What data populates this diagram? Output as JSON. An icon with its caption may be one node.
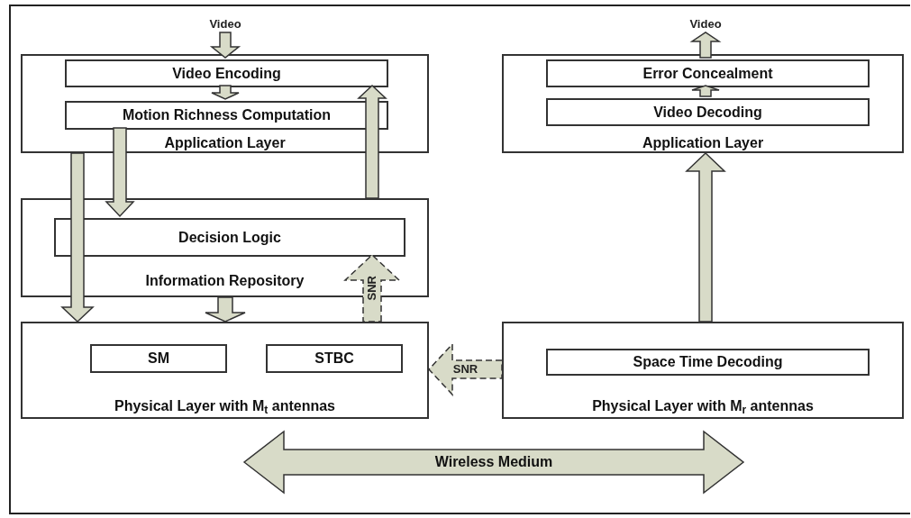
{
  "diagram": {
    "nodes": [
      {
        "text": [
          "Video"
        ]
      },
      {
        "text": [
          "Application Layer"
        ]
      },
      {
        "text": [
          "Video Encoding"
        ],
        "in": 1
      },
      {
        "text": [
          "Motion Richness Computation"
        ],
        "in": 1
      },
      {
        "text": [
          "Information  Repository"
        ]
      },
      {
        "text": [
          "Decision Logic"
        ],
        "in": 4
      },
      {
        "text": [
          "Physical Layer with M$_{t}$ antennas"
        ]
      },
      {
        "text": [
          "SM"
        ],
        "in": 6
      },
      {
        "text": [
          "STBC"
        ],
        "in": 6
      },
      {
        "text": [
          "Video"
        ]
      },
      {
        "text": [
          "Application Layer"
        ]
      },
      {
        "text": [
          "Error Concealment"
        ],
        "in": 10
      },
      {
        "text": [
          "Video Decoding"
        ],
        "in": 10
      },
      {
        "text": [
          "Physical Layer with M$_{r}$ antennas"
        ]
      },
      {
        "text": [
          "Space Time Decoding"
        ],
        "in": 13
      },
      {
        "text": [
          "Wireless Medium"
        ]
      }
    ],
    "edges": [
      {
        "from": 0,
        "to": 2,
        "arrow": "to"
      },
      {
        "from": 2,
        "to": 3,
        "arrow": "to"
      },
      {
        "from": 3,
        "to": 5,
        "arrow": "to"
      },
      {
        "from": 1,
        "to": 6,
        "arrow": "to"
      },
      {
        "from": 4,
        "to": 2,
        "arrow": "to"
      },
      {
        "from": 4,
        "to": 6,
        "arrow": "to"
      },
      {
        "from": 6,
        "to": 5,
        "arrow": "to",
        "label": "SNR",
        "style": "dashed"
      },
      {
        "from": 13,
        "to": 6,
        "arrow": "to",
        "label": "SNR",
        "style": "dashed"
      },
      {
        "from": 13,
        "to": 10,
        "arrow": "to"
      },
      {
        "from": 12,
        "to": 11,
        "arrow": "to"
      },
      {
        "from": 11,
        "to": 9,
        "arrow": "to"
      }
    ]
  }
}
